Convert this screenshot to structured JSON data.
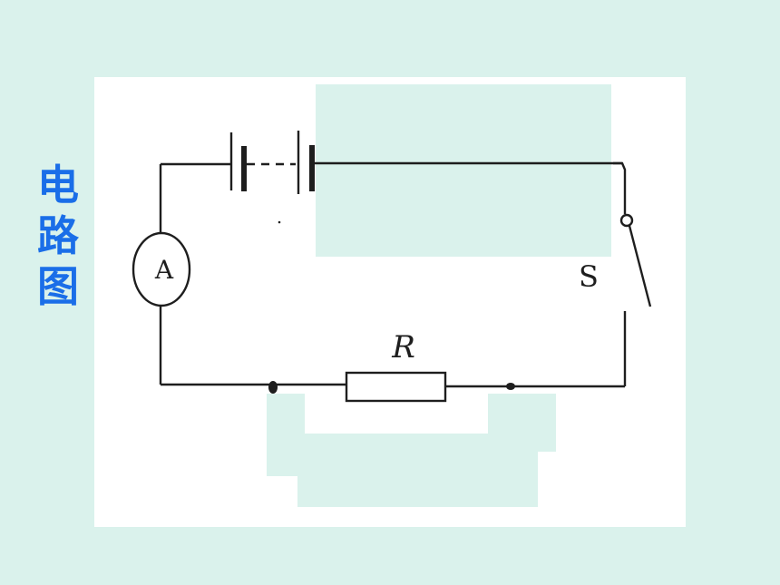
{
  "slide": {
    "title_chars": [
      "电",
      "路",
      "图"
    ],
    "background_color": "#daf2ec",
    "title_color": "#1a6ee8",
    "panel_color": "#ffffff",
    "wire_color": "#1e1e1e"
  },
  "circuit": {
    "ammeter_label": "A",
    "resistor_label": "R",
    "switch_label": "S"
  }
}
